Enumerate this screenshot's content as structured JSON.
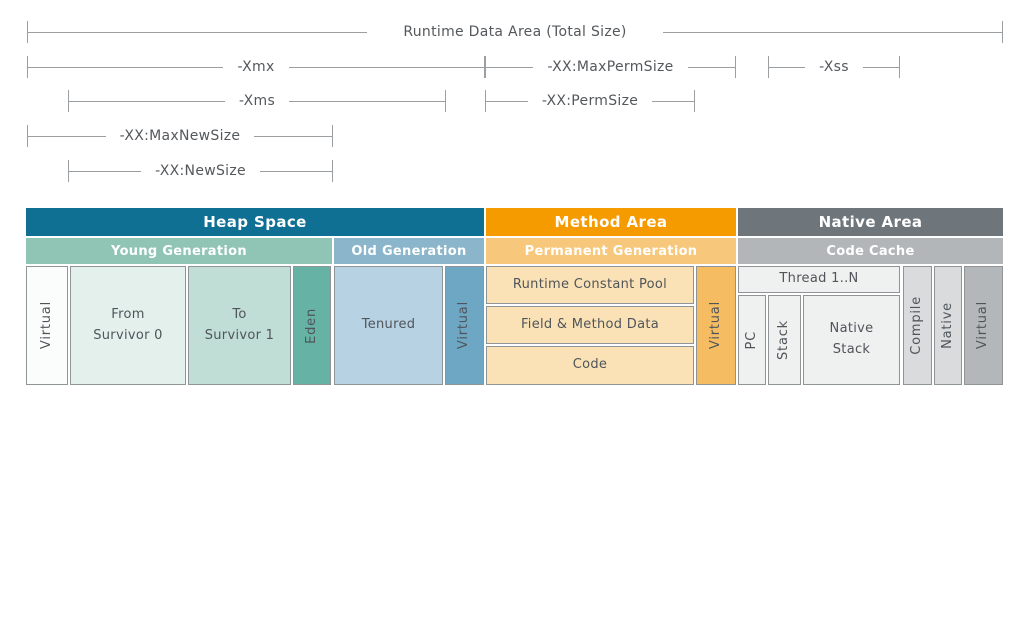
{
  "measures": {
    "runtime": "Runtime Data Area (Total Size)",
    "xmx": "-Xmx",
    "maxperm": "-XX:MaxPermSize",
    "xss": "-Xss",
    "xms": "-Xms",
    "permsize": "-XX:PermSize",
    "maxnew": "-XX:MaxNewSize",
    "newsize": "-XX:NewSize"
  },
  "sections": {
    "heap": "Heap Space",
    "method": "Method Area",
    "native": "Native Area"
  },
  "generations": {
    "young": "Young Generation",
    "old": "Old Generation",
    "permanent": "Permanent Generation",
    "codecache": "Code Cache"
  },
  "cells": {
    "virtual_heap_left": "Virtual",
    "from_survivor": "From\nSurvivor 0",
    "to_survivor": "To\nSurvivor 1",
    "eden": "Eden",
    "tenured": "Tenured",
    "virtual_old": "Virtual",
    "runtime_constant_pool": "Runtime Constant Pool",
    "field_method_data": "Field & Method Data",
    "code": "Code",
    "virtual_perm": "Virtual",
    "thread": "Thread 1..N",
    "pc": "PC",
    "stack": "Stack",
    "native_stack": "Native\nStack",
    "compile": "Compile",
    "native": "Native",
    "virtual_native": "Virtual"
  },
  "colors": {
    "heap_header": "#0f7093",
    "method_header": "#f59b00",
    "native_header": "#6f767b",
    "young_gen": "#90c4b5",
    "old_gen": "#8ab5cb",
    "perm_gen": "#f7c87b",
    "code_cache": "#b2b6b8",
    "eden": "#66b2a5",
    "tenured": "#b7d2e2",
    "perm_body": "#fae2b6",
    "line_gray": "#9b9fa1",
    "cell_border": "#8f9497",
    "text_dark": "#4f555a"
  }
}
